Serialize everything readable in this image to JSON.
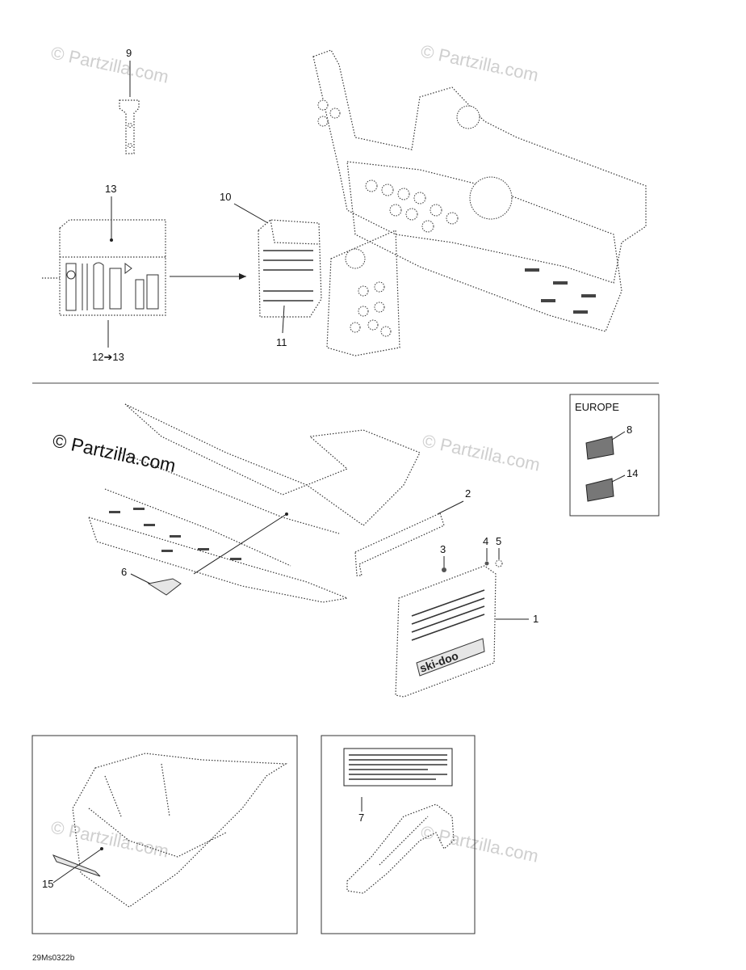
{
  "watermarks": {
    "w1": "© Partzilla.com",
    "w2": "© Partzilla.com",
    "w3": "© Partzilla.com",
    "w4": "© Partzilla.com",
    "w5": "© Partzilla.com",
    "w6": "© Partzilla.com"
  },
  "callouts": {
    "c9": "9",
    "c13": "13",
    "c10": "10",
    "c11": "11",
    "c12_13": "12➔13",
    "c2": "2",
    "c3": "3",
    "c4": "4",
    "c5": "5",
    "c1": "1",
    "c6": "6",
    "c8": "8",
    "c14": "14",
    "c7": "7",
    "c15": "15"
  },
  "europe_box": {
    "title": "EUROPE"
  },
  "mudflap_logo": "ski-doo",
  "figure_code": "29Ms0322b"
}
